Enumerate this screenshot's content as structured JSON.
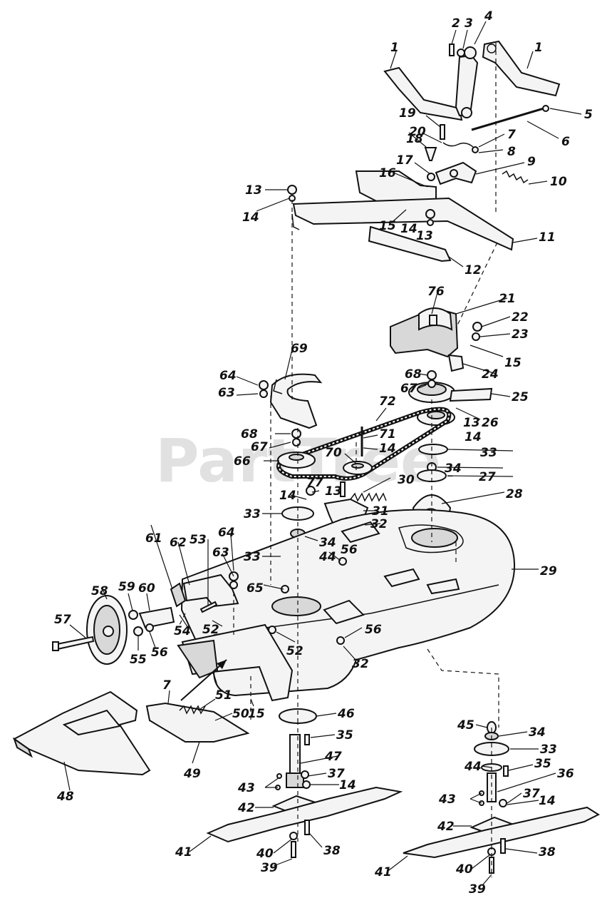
{
  "watermark": "PartTree",
  "callouts": [
    {
      "id": "c1a",
      "text": "1"
    },
    {
      "id": "c1b",
      "text": "1"
    },
    {
      "id": "c2",
      "text": "2"
    },
    {
      "id": "c3",
      "text": "3"
    },
    {
      "id": "c4",
      "text": "4"
    },
    {
      "id": "c5",
      "text": "5"
    },
    {
      "id": "c6",
      "text": "6"
    },
    {
      "id": "c7a",
      "text": "7"
    },
    {
      "id": "c7b",
      "text": "7"
    },
    {
      "id": "c8",
      "text": "8"
    },
    {
      "id": "c9",
      "text": "9"
    },
    {
      "id": "c10",
      "text": "10"
    },
    {
      "id": "c11",
      "text": "11"
    },
    {
      "id": "c12",
      "text": "12"
    },
    {
      "id": "c13a",
      "text": "13"
    },
    {
      "id": "c13b",
      "text": "13"
    },
    {
      "id": "c13c",
      "text": "13"
    },
    {
      "id": "c13d",
      "text": "13"
    },
    {
      "id": "c14a",
      "text": "14"
    },
    {
      "id": "c14b",
      "text": "14"
    },
    {
      "id": "c14c",
      "text": "14"
    },
    {
      "id": "c14d",
      "text": "14"
    },
    {
      "id": "c14e",
      "text": "14"
    },
    {
      "id": "c14f",
      "text": "14"
    },
    {
      "id": "c14g",
      "text": "14"
    },
    {
      "id": "c15a",
      "text": "15"
    },
    {
      "id": "c15b",
      "text": "15"
    },
    {
      "id": "c15c",
      "text": "15"
    },
    {
      "id": "c16",
      "text": "16"
    },
    {
      "id": "c17",
      "text": "17"
    },
    {
      "id": "c18",
      "text": "18"
    },
    {
      "id": "c19",
      "text": "19"
    },
    {
      "id": "c20",
      "text": "20"
    },
    {
      "id": "c21",
      "text": "21"
    },
    {
      "id": "c22",
      "text": "22"
    },
    {
      "id": "c23",
      "text": "23"
    },
    {
      "id": "c24",
      "text": "24"
    },
    {
      "id": "c25",
      "text": "25"
    },
    {
      "id": "c26",
      "text": "26"
    },
    {
      "id": "c27",
      "text": "27"
    },
    {
      "id": "c28",
      "text": "28"
    },
    {
      "id": "c29",
      "text": "29"
    },
    {
      "id": "c30",
      "text": "30"
    },
    {
      "id": "c31",
      "text": "31"
    },
    {
      "id": "c32a",
      "text": "32"
    },
    {
      "id": "c32b",
      "text": "32"
    },
    {
      "id": "c33a",
      "text": "33"
    },
    {
      "id": "c33b",
      "text": "33"
    },
    {
      "id": "c33c",
      "text": "33"
    },
    {
      "id": "c33d",
      "text": "33"
    },
    {
      "id": "c34a",
      "text": "34"
    },
    {
      "id": "c34b",
      "text": "34"
    },
    {
      "id": "c34c",
      "text": "34"
    },
    {
      "id": "c35a",
      "text": "35"
    },
    {
      "id": "c35b",
      "text": "35"
    },
    {
      "id": "c36",
      "text": "36"
    },
    {
      "id": "c37a",
      "text": "37"
    },
    {
      "id": "c37b",
      "text": "37"
    },
    {
      "id": "c38a",
      "text": "38"
    },
    {
      "id": "c38b",
      "text": "38"
    },
    {
      "id": "c39a",
      "text": "39"
    },
    {
      "id": "c39b",
      "text": "39"
    },
    {
      "id": "c40a",
      "text": "40"
    },
    {
      "id": "c40b",
      "text": "40"
    },
    {
      "id": "c41a",
      "text": "41"
    },
    {
      "id": "c41b",
      "text": "41"
    },
    {
      "id": "c42a",
      "text": "42"
    },
    {
      "id": "c42b",
      "text": "42"
    },
    {
      "id": "c43a",
      "text": "43"
    },
    {
      "id": "c43b",
      "text": "43"
    },
    {
      "id": "c44a",
      "text": "44"
    },
    {
      "id": "c44b",
      "text": "44"
    },
    {
      "id": "c45",
      "text": "45"
    },
    {
      "id": "c46",
      "text": "46"
    },
    {
      "id": "c47",
      "text": "47"
    },
    {
      "id": "c48",
      "text": "48"
    },
    {
      "id": "c49",
      "text": "49"
    },
    {
      "id": "c50",
      "text": "50"
    },
    {
      "id": "c51",
      "text": "51"
    },
    {
      "id": "c52a",
      "text": "52"
    },
    {
      "id": "c52b",
      "text": "52"
    },
    {
      "id": "c53",
      "text": "53"
    },
    {
      "id": "c54",
      "text": "54"
    },
    {
      "id": "c55",
      "text": "55"
    },
    {
      "id": "c56a",
      "text": "56"
    },
    {
      "id": "c56b",
      "text": "56"
    },
    {
      "id": "c56c",
      "text": "56"
    },
    {
      "id": "c57",
      "text": "57"
    },
    {
      "id": "c58",
      "text": "58"
    },
    {
      "id": "c59",
      "text": "59"
    },
    {
      "id": "c60",
      "text": "60"
    },
    {
      "id": "c61",
      "text": "61"
    },
    {
      "id": "c62",
      "text": "62"
    },
    {
      "id": "c63a",
      "text": "63"
    },
    {
      "id": "c63b",
      "text": "63"
    },
    {
      "id": "c64a",
      "text": "64"
    },
    {
      "id": "c64b",
      "text": "64"
    },
    {
      "id": "c65",
      "text": "65"
    },
    {
      "id": "c66",
      "text": "66"
    },
    {
      "id": "c67a",
      "text": "67"
    },
    {
      "id": "c67b",
      "text": "67"
    },
    {
      "id": "c68a",
      "text": "68"
    },
    {
      "id": "c68b",
      "text": "68"
    },
    {
      "id": "c69",
      "text": "69"
    },
    {
      "id": "c70",
      "text": "70"
    },
    {
      "id": "c71",
      "text": "71"
    },
    {
      "id": "c72",
      "text": "72"
    },
    {
      "id": "c76",
      "text": "76"
    },
    {
      "id": "c77",
      "text": "77"
    }
  ]
}
